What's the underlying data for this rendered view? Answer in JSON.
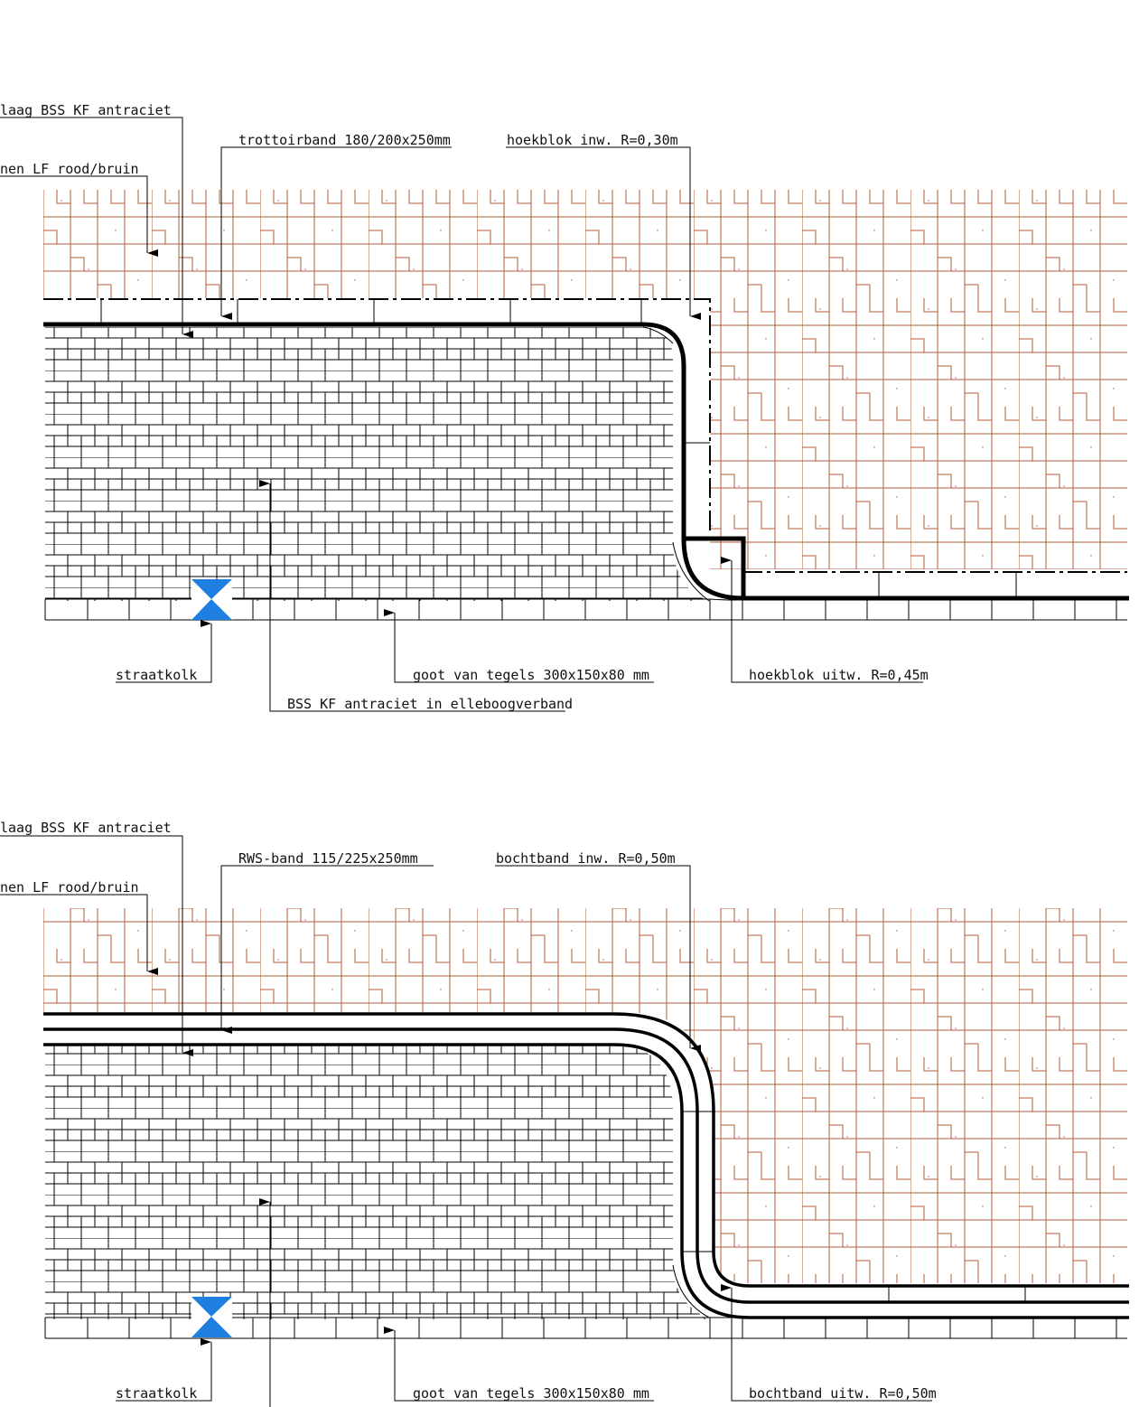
{
  "colors": {
    "line": "#000000",
    "paving_red": "#b5583a",
    "kolk_blue": "#1e7fe0"
  },
  "top": {
    "label_bss_laag": "laag BSS KF antraciet",
    "label_lf": "nen LF rood/bruin",
    "label_band": "trottoirband 180/200x250mm",
    "label_corner_in": "hoekblok inw. R=0,30m",
    "label_kolk": "straatkolk",
    "label_goot": "goot van tegels 300x150x80 mm",
    "label_corner_out": "hoekblok uitw. R=0,45m",
    "label_bss": "BSS KF antraciet in elleboogverband"
  },
  "bottom": {
    "label_bss_laag": "laag BSS KF antraciet",
    "label_lf": "nen LF rood/bruin",
    "label_band": "RWS-band 115/225x250mm",
    "label_corner_in": "bochtband inw. R=0,50m",
    "label_kolk": "straatkolk",
    "label_goot": "goot van tegels 300x150x80 mm",
    "label_corner_out": "bochtband uitw. R=0,50m"
  }
}
